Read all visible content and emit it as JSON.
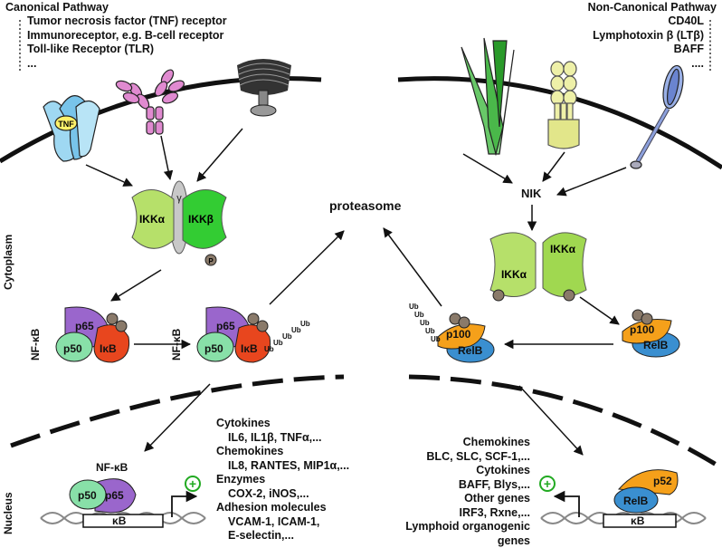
{
  "canonical": {
    "title": "Canonical Pathway",
    "receptors": [
      "Tumor necrosis factor (TNF) receptor",
      "Immunoreceptor, e.g. B-cell receptor",
      "Toll-like Receptor (TLR)",
      "..."
    ]
  },
  "noncanonical": {
    "title": "Non-Canonical Pathway",
    "receptors": [
      "CD40L",
      "Lymphotoxin β (LTβ)",
      "BAFF",
      "...."
    ]
  },
  "compartments": {
    "cytoplasm": "Cytoplasm",
    "nucleus": "Nucleus"
  },
  "labels": {
    "tnf": "TNF",
    "gamma": "γ",
    "ikka": "IKKα",
    "ikkb": "IKKβ",
    "p": "P",
    "proteasome": "proteasome",
    "nik": "NIK",
    "nfkb": "NF-κB",
    "p65": "p65",
    "p50": "p50",
    "ikb": "IκB",
    "ub": "Ub",
    "p100": "p100",
    "relb": "RelB",
    "p52": "p52",
    "kb": "κB",
    "plus": "+"
  },
  "canonical_genes": [
    {
      "category": "Cytokines",
      "items": "IL6, IL1β, TNFα,..."
    },
    {
      "category": "Chemokines",
      "items": "IL8, RANTES, MIP1α,..."
    },
    {
      "category": "Enzymes",
      "items": "COX-2, iNOS,..."
    },
    {
      "category": "Adhesion molecules",
      "items": "VCAM-1, ICAM-1,"
    },
    {
      "category": "",
      "items": "E-selectin,..."
    }
  ],
  "noncanonical_genes": [
    {
      "category": "Chemokines",
      "items": "BLC, SLC, SCF-1,..."
    },
    {
      "category": "Cytokines",
      "items": "BAFF, Blys,..."
    },
    {
      "category": "Other genes",
      "items": "IRF3, Rxne,..."
    },
    {
      "category": "Lymphoid organogenic",
      "items": "genes"
    }
  ],
  "colors": {
    "tnf_receptor": "#9fd8f2",
    "bcr": "#e08ad0",
    "ikk_green_light": "#b6e06a",
    "ikk_green": "#33cc33",
    "gamma_gray": "#c8c8c8",
    "phospho": "#8a7a6a",
    "p65": "#9a66cc",
    "p50": "#88e0a8",
    "ikb": "#e8461e",
    "p100": "#f5a01a",
    "relb": "#3a8fd0",
    "plus": "#22aa22"
  }
}
